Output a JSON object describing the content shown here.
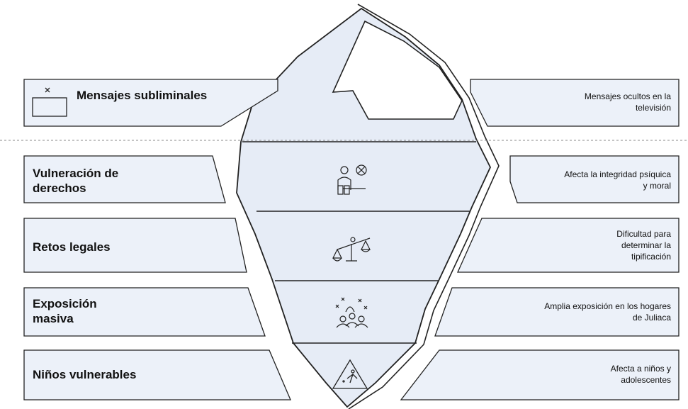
{
  "colors": {
    "panel_fill": "#ecf1f9",
    "iceberg_fill": "#e6ecf6",
    "stroke": "#222222",
    "waterline": "#8a8a8a",
    "background": "#ffffff"
  },
  "left_panels": [
    {
      "id": "subliminal",
      "label": "Mensajes subliminales",
      "icon": "tv-icon"
    },
    {
      "id": "rights",
      "label": "Vulneración de derechos"
    },
    {
      "id": "legal",
      "label": "Retos legales"
    },
    {
      "id": "exposure",
      "label": "Exposición masiva"
    },
    {
      "id": "children",
      "label": "Niños vulnerables"
    }
  ],
  "right_panels": [
    {
      "id": "subliminal",
      "label": "Mensajes ocultos en la televisión"
    },
    {
      "id": "rights",
      "label": "Afecta la integridad psíquica y moral"
    },
    {
      "id": "legal",
      "label": "Dificultad para determinar la tipificación"
    },
    {
      "id": "exposure",
      "label": "Amplia exposición en los hogares de Juliaca"
    },
    {
      "id": "children",
      "label": "Afecta a niños y adolescentes"
    }
  ],
  "iceberg_layers": [
    {
      "id": "tip"
    },
    {
      "id": "rights",
      "icon": "person-blocked-icon"
    },
    {
      "id": "legal",
      "icon": "balance-scale-icon"
    },
    {
      "id": "exposure",
      "icon": "crowd-icon"
    },
    {
      "id": "children",
      "icon": "child-warning-icon"
    }
  ]
}
